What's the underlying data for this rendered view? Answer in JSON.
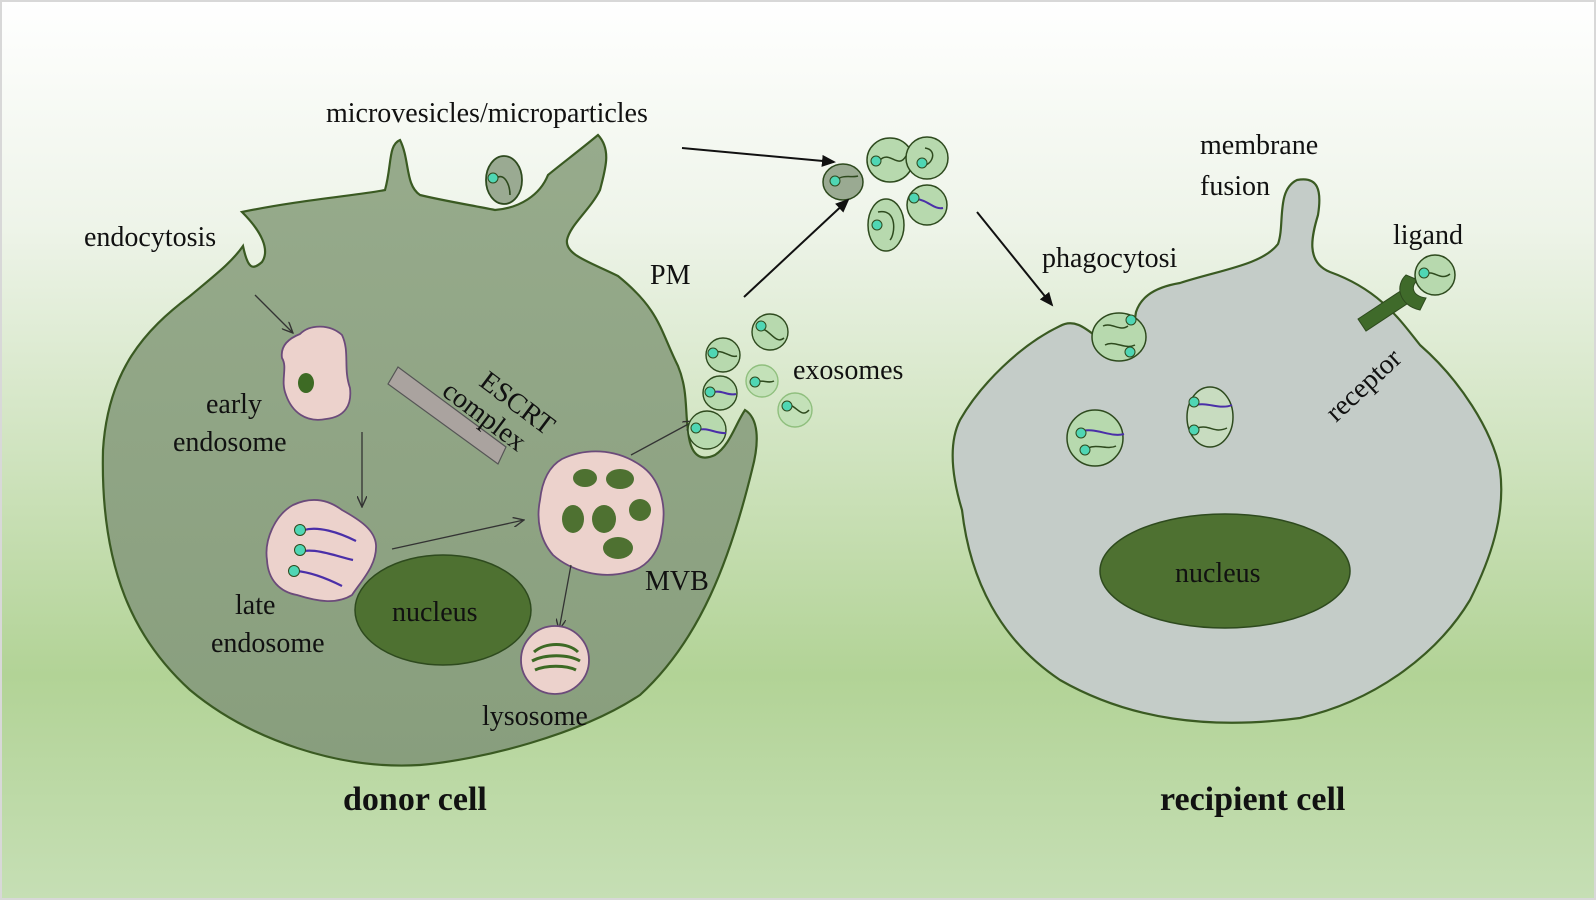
{
  "labels": {
    "microvesicles": "microvesicles/microparticles",
    "endocytosis": "endocytosis",
    "pm": "PM",
    "escrt_line1": "ESCRT",
    "escrt_line2": "complex",
    "early_line1": "early",
    "early_line2": "endosome",
    "exosomes": "exosomes",
    "late_line1": "late",
    "late_line2": "endosome",
    "nucleus_donor": "nucleus",
    "mvb": "MVB",
    "lysosome": "lysosome",
    "donor_cell": "donor cell",
    "membrane_line1": "membrane",
    "membrane_line2": "fusion",
    "phagocytosis": "phagocytosi",
    "ligand": "ligand",
    "receptor": "receptor",
    "nucleus_recipient": "nucleus",
    "recipient_cell": "recipient cell"
  },
  "colors": {
    "donor_cell": "#8fa283",
    "recipient_cell": "#c4ccc8",
    "nucleus": "#4e7131",
    "endosome": "#ecd2cc",
    "vesicle": "#b7d9ae",
    "cargo_bead": "#4fd6b4",
    "rna_strand": "#4a2fa8",
    "escrt_bar": "#aaa39f",
    "receptor": "#3f6a2a"
  }
}
